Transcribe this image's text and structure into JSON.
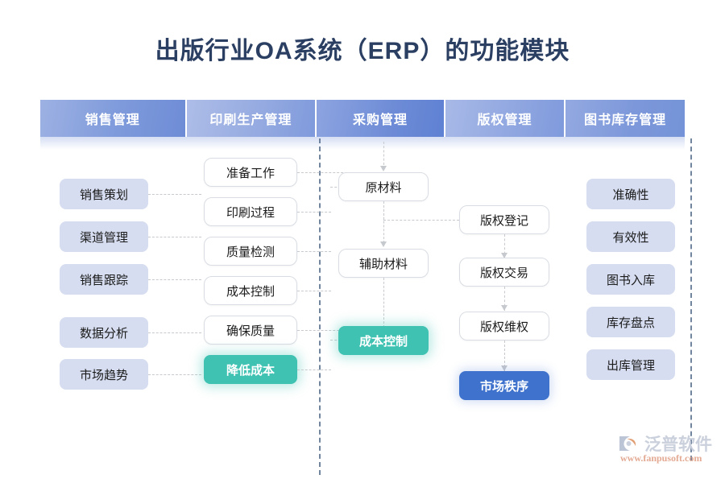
{
  "page": {
    "title": "出版行业OA系统（ERP）的功能模块",
    "background": "#ffffff",
    "title_color": "#2b3f63"
  },
  "colors": {
    "header_blue": "#7e9adb",
    "pale_box": "#d6ddf0",
    "teal_accent": "#3fc2b2",
    "blue_accent": "#3f72cd",
    "divider": "#5a708f",
    "connector": "#c6c9ce"
  },
  "columns": [
    {
      "header": "销售管理",
      "style": "pale",
      "items": [
        {
          "label": "销售策划",
          "style": "pale"
        },
        {
          "label": "渠道管理",
          "style": "pale"
        },
        {
          "label": "销售跟踪",
          "style": "pale"
        },
        {
          "label": "数据分析",
          "style": "pale"
        },
        {
          "label": "市场趋势",
          "style": "pale"
        }
      ]
    },
    {
      "header": "印刷生产管理",
      "style": "outline",
      "items": [
        {
          "label": "准备工作",
          "style": "outline"
        },
        {
          "label": "印刷过程",
          "style": "outline"
        },
        {
          "label": "质量检测",
          "style": "outline"
        },
        {
          "label": "成本控制",
          "style": "outline"
        },
        {
          "label": "确保质量",
          "style": "outline"
        },
        {
          "label": "降低成本",
          "style": "teal"
        }
      ]
    },
    {
      "header": "采购管理",
      "style": "outline",
      "items": [
        {
          "label": "原材料",
          "style": "outline"
        },
        {
          "label": "辅助材料",
          "style": "outline"
        },
        {
          "label": "成本控制",
          "style": "teal"
        }
      ]
    },
    {
      "header": "版权管理",
      "style": "outline",
      "items": [
        {
          "label": "版权登记",
          "style": "outline"
        },
        {
          "label": "版权交易",
          "style": "outline"
        },
        {
          "label": "版权维权",
          "style": "outline"
        },
        {
          "label": "市场秩序",
          "style": "blue"
        }
      ]
    },
    {
      "header": "图书库存管理",
      "style": "pale",
      "items": [
        {
          "label": "准确性",
          "style": "pale"
        },
        {
          "label": "有效性",
          "style": "pale"
        },
        {
          "label": "图书入库",
          "style": "pale"
        },
        {
          "label": "库存盘点",
          "style": "pale"
        },
        {
          "label": "出库管理",
          "style": "pale"
        }
      ]
    }
  ],
  "watermark": {
    "brand": "泛普软件",
    "url": "www.fanpusoft.com"
  }
}
